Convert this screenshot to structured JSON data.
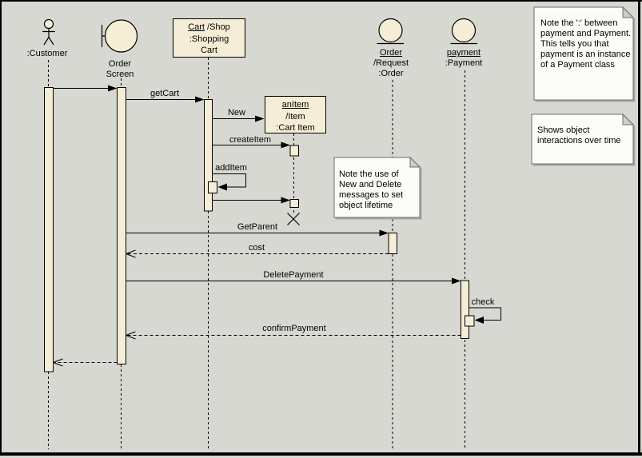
{
  "colors": {
    "background": "#d8d8d2",
    "shape_fill": "#f6edd7",
    "note_fill": "#fbfbf8",
    "line": "#000000",
    "note_border": "#6e6e6e",
    "note_fold": "#d0cdc5"
  },
  "participants": {
    "customer": {
      "label": ":Customer"
    },
    "order_screen": {
      "line1": "Order",
      "line2": "Screen"
    },
    "cart_box": {
      "name": "Cart",
      "name_suffix": " /Shop",
      "line2": ":Shopping",
      "line3": "Cart"
    },
    "item_box": {
      "name": "anItem",
      "line2": "/Item",
      "line3": ":Cart Item"
    },
    "order": {
      "name": "Order",
      "line2": "/Request",
      "line3": ":Order"
    },
    "payment": {
      "name": "payment",
      "line2": ":Payment"
    }
  },
  "messages": {
    "get_cart": "getCart",
    "new": "New",
    "create_item": "createItem",
    "add_item": "addItem",
    "get_parent": "GetParent",
    "cost": "cost",
    "delete_payment": "DeletePayment",
    "check": "check",
    "confirm_payment": "confirmPayment"
  },
  "notes": {
    "instance_note": {
      "lines": [
        "Note the ':' between",
        "payment and Payment.",
        "This tells you that",
        "payment is an instance",
        "of a Payment class"
      ]
    },
    "overview_note": {
      "lines": [
        "Shows object",
        "interactions over time"
      ]
    },
    "lifetime_note": {
      "lines": [
        "Note the use of",
        "New and Delete",
        "messages to set",
        "object lifetime"
      ]
    }
  }
}
